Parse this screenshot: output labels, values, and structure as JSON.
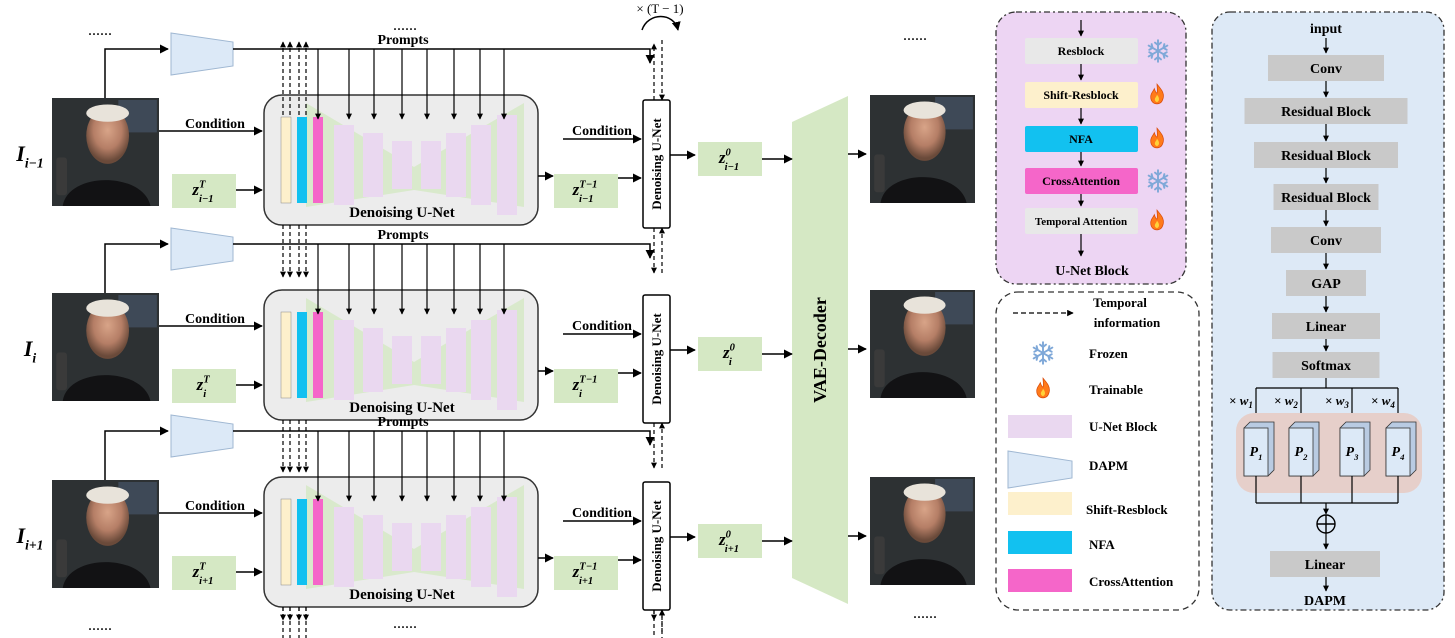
{
  "rows": [
    {
      "frame_main": "I",
      "frame_sub": "i−1",
      "z_in_main": "z",
      "z_in_sub": "i−1",
      "z_mid_sub": "i−1",
      "z_out_sub": "i−1"
    },
    {
      "frame_main": "I",
      "frame_sub": "i",
      "z_in_main": "z",
      "z_in_sub": "i",
      "z_mid_sub": "i",
      "z_out_sub": "i"
    },
    {
      "frame_main": "I",
      "frame_sub": "i+1",
      "z_in_main": "z",
      "z_in_sub": "i+1",
      "z_mid_sub": "i+1",
      "z_out_sub": "i+1"
    }
  ],
  "labels": {
    "prompts": "Prompts",
    "condition": "Condition",
    "denoising_unet": "Denoising U-Net",
    "denoising_unet_small": "Denoising U-Net",
    "vae_decoder": "VAE-Decoder",
    "sup_T": "T",
    "sup_T1": "T−1",
    "sup_0": "0",
    "loop": "× (T − 1)",
    "ellipsis": "......"
  },
  "unet_block": {
    "title": "U-Net Block",
    "items": [
      {
        "label": "Resblock",
        "state": "frozen",
        "color": "#e8e8e8"
      },
      {
        "label": "Shift-Resblock",
        "state": "trainable",
        "color": "#fdf0cc"
      },
      {
        "label": "NFA",
        "state": "trainable",
        "color": "#12c1f0"
      },
      {
        "label": "CrossAttention",
        "state": "frozen",
        "color": "#f566c9"
      },
      {
        "label": "Temporal Attention",
        "state": "trainable",
        "color": "#e8e8e8"
      }
    ]
  },
  "legend": {
    "items": [
      {
        "label": "Temporal information",
        "kind": "dashed-arrow"
      },
      {
        "label": "Frozen",
        "kind": "snowflake-icon"
      },
      {
        "label": "Trainable",
        "kind": "flame-icon"
      },
      {
        "label": "U-Net Block",
        "kind": "swatch",
        "color": "#ead8f0"
      },
      {
        "label": "DAPM",
        "kind": "trapezoid",
        "color": "#dce9f7"
      },
      {
        "label": "Shift-Resblock",
        "kind": "swatch",
        "color": "#fdf0cc"
      },
      {
        "label": "NFA",
        "kind": "swatch",
        "color": "#12c1f0"
      },
      {
        "label": "CrossAttention",
        "kind": "swatch",
        "color": "#f566c9"
      }
    ]
  },
  "dapm": {
    "input": "input",
    "layers": [
      "Conv",
      "Residual Block",
      "Residual Block",
      "Residual Block",
      "Conv",
      "GAP",
      "Linear",
      "Softmax"
    ],
    "weights": [
      "w",
      "w",
      "w",
      "w"
    ],
    "weight_subs": [
      "1",
      "2",
      "3",
      "4"
    ],
    "weight_prefix": "×",
    "pools": [
      "P",
      "P",
      "P",
      "P"
    ],
    "pool_subs": [
      "1",
      "2",
      "3",
      "4"
    ],
    "sum_symbol": "⊕",
    "final_layer": "Linear",
    "title": "DAPM"
  },
  "colors": {
    "green_latent": "#d5e8c4",
    "unet_bg": "#ececec",
    "unet_purple": "#ead8f0",
    "dapm_bg": "#dde9f6",
    "unet_block_bg": "#edd5f3",
    "layer_gray": "#c9c9c9",
    "pool_bg": "#e6cfca",
    "cube": "#dce9f7"
  }
}
